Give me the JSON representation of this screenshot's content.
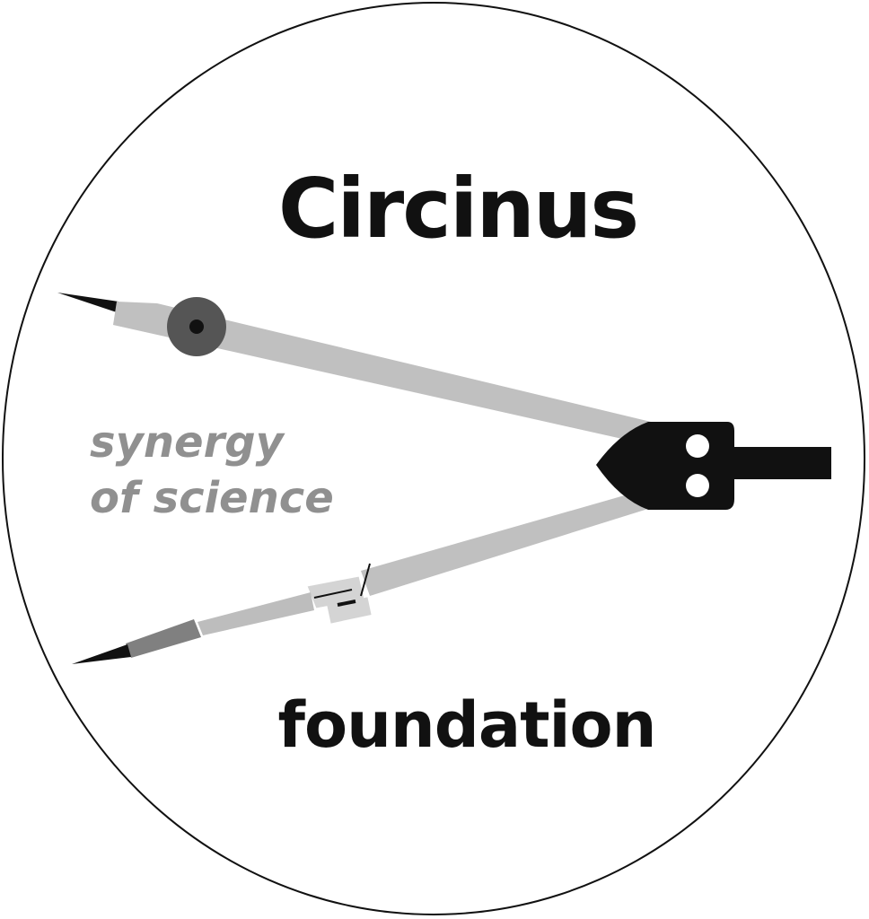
{
  "logo": {
    "title": "Circinus",
    "tagline_line1": "synergy",
    "tagline_line2": "of science",
    "subtitle": "foundation"
  },
  "colors": {
    "text_dark": "#111111",
    "tagline_gray": "#909090",
    "arm_light": "#c0c0c0",
    "hinge_dark": "#111111",
    "pivot_gray": "#555555",
    "lead_gray": "#808080"
  },
  "icons": {
    "compass": "drawing-compass-icon"
  }
}
